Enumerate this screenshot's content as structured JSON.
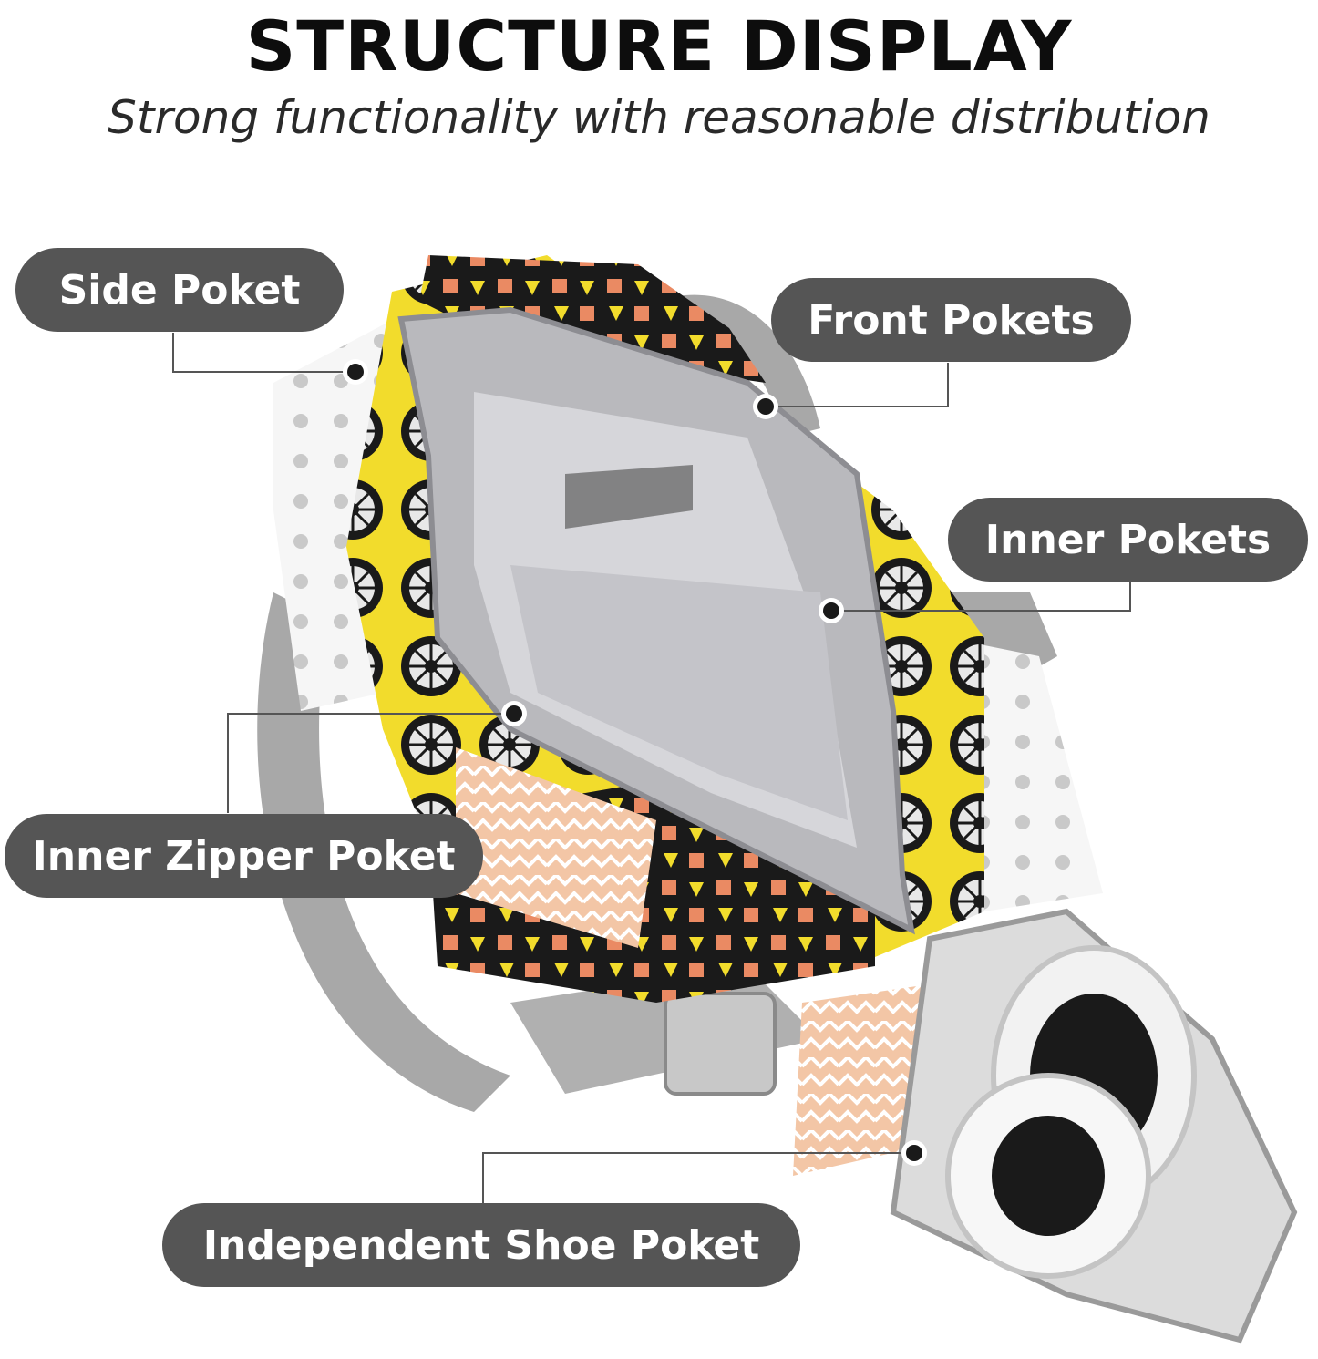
{
  "heading": {
    "title": "STRUCTURE DISPLAY",
    "subtitle": "Strong functionality with reasonable distribution"
  },
  "callouts": {
    "side_pocket": "Side Poket",
    "front_pockets": "Front Pokets",
    "inner_pockets": "Inner Pokets",
    "inner_zipper_pocket": "Inner Zipper Poket",
    "shoe_pocket": "Independent Shoe Poket"
  },
  "colors": {
    "label_background": "#555555",
    "label_text": "#ffffff",
    "bag_yellow": "#f2dc2c",
    "bag_lining": "#b9b9bd",
    "strap_gray": "#a8a8a8",
    "pattern_orange": "#ea8a63",
    "pattern_black": "#1a1a1a"
  }
}
